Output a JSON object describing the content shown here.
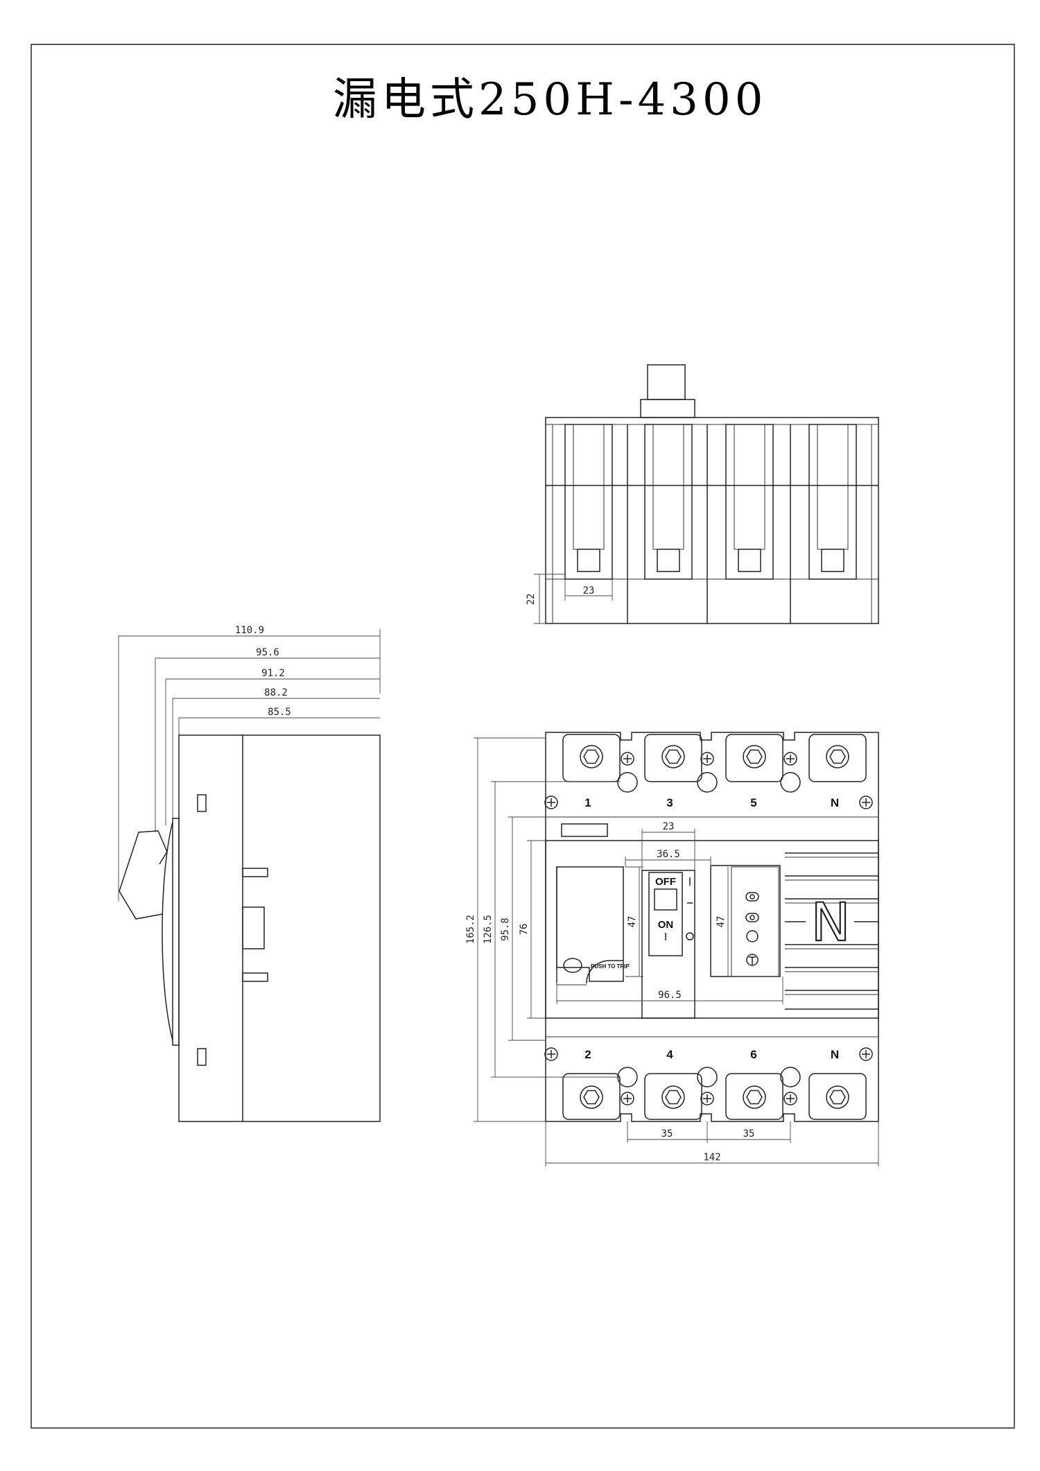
{
  "drawing": {
    "title": "漏电式250H-4300"
  },
  "top_view": {
    "dims": {
      "terminal_width": "23",
      "terminal_depth": "22"
    }
  },
  "side_view": {
    "dims": {
      "d1": "110.9",
      "d2": "95.6",
      "d3": "91.2",
      "d4": "88.2",
      "d5": "85.5"
    }
  },
  "front_view": {
    "top_terminals": [
      "1",
      "3",
      "5",
      "N"
    ],
    "bottom_terminals": [
      "2",
      "4",
      "6",
      "N"
    ],
    "switch": {
      "off_label": "OFF",
      "on_label": "ON",
      "push_to_trip": "PUSH TO TRIP"
    },
    "neutral_label": "N",
    "dims": {
      "width_142": "142",
      "height_165_2": "165.2",
      "height_126_5": "126.5",
      "height_95_8": "95.8",
      "height_76": "76",
      "handle_23": "23",
      "window_36_5": "36.5",
      "panel_96_5": "96.5",
      "window_47_left": "47",
      "window_47_right": "47",
      "pitch_35_a": "35",
      "pitch_35_b": "35"
    }
  }
}
